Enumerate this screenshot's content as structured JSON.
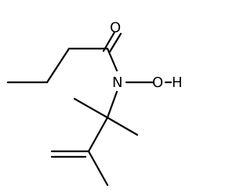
{
  "molecule": {
    "atoms": {
      "oxygen_carbonyl": "O",
      "nitrogen": "N",
      "hydroxyl": "O",
      "hydroxyl_h": "H"
    },
    "colors": {
      "bond": "#000000",
      "label": "#000000",
      "background": "#ffffff"
    }
  }
}
